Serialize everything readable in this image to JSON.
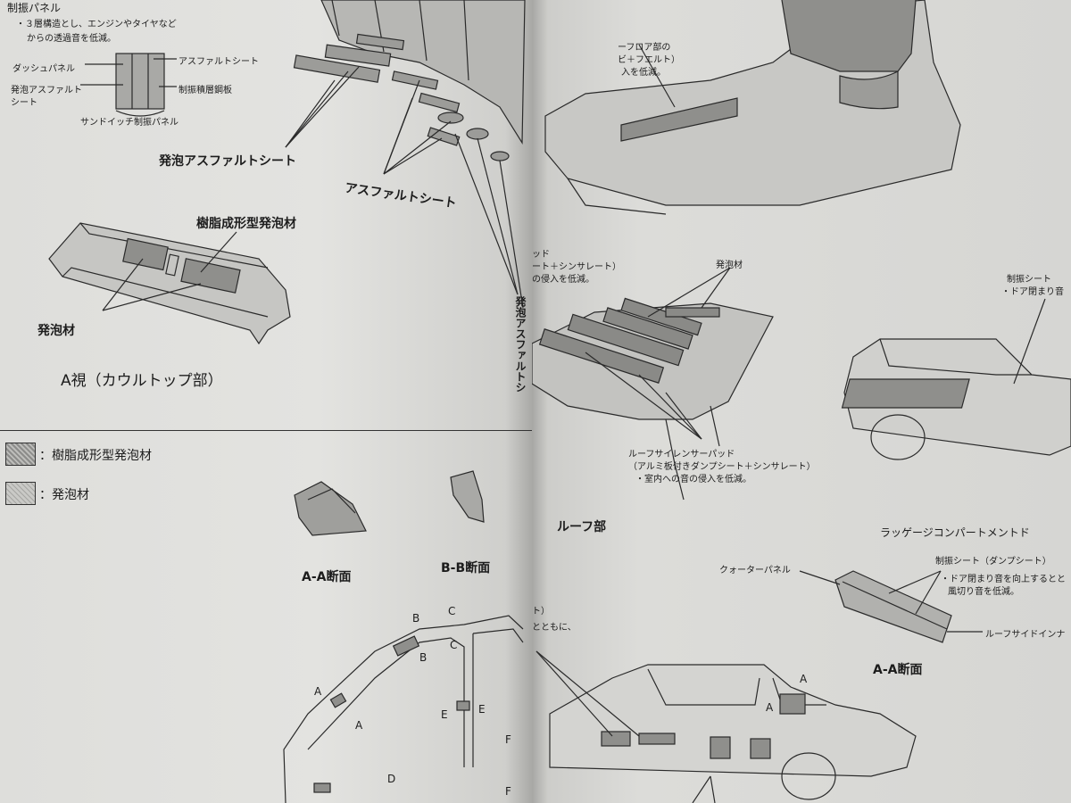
{
  "left": {
    "dash_panel_header": "制振パネル",
    "dash_note_1": "・３層構造とし、エンジンやタイヤなど",
    "dash_note_2": "からの透過音を低減。",
    "label_dash_panel": "ダッシュパネル",
    "label_foamed_asphalt_small_1": "発泡アスファルト",
    "label_foamed_asphalt_small_2": "シート",
    "label_asphalt_sheet_small": "アスファルトシート",
    "label_damping_steel": "制振積層鋼板",
    "label_sandwich_panel": "サンドイッチ制振パネル",
    "label_foamed_asphalt_sheet": "発泡アスファルトシート",
    "label_asphalt_sheet": "アスファルトシート",
    "label_foamed_asphalt_vertical": "発泡アスファルトシ",
    "label_resin_foam": "樹脂成形型発泡材",
    "label_foam": "発泡材",
    "view_a_caption": "A視（カウルトップ部）",
    "legend": [
      {
        "label": "：樹脂成形型発泡材"
      },
      {
        "label": "：発泡材"
      }
    ],
    "section_aa": "A-A断面",
    "section_bb": "B-B断面",
    "markers": [
      "A",
      "A",
      "B",
      "B",
      "C",
      "C",
      "D",
      "E",
      "E",
      "F",
      "F"
    ]
  },
  "right": {
    "floor_label_1": "ーフロア部の",
    "floor_label_2": "ビ＋フエルト）",
    "floor_label_3": "入を低減。",
    "partial_top_1": "ッド",
    "partial_top_2": "ート＋シンサレート）",
    "partial_top_3": "の侵入を低減。",
    "label_foam": "発泡材",
    "roof_pad_1": "ルーフサイレンサーパッド",
    "roof_pad_2": "（アルミ板付きダンプシート＋シンサレート）",
    "roof_pad_3": "・室内への音の侵入を低減。",
    "roof_caption": "ルーフ部",
    "damping_sheet": "制振シート",
    "damping_note": "・ドア閉まり音",
    "luggage_caption": "ラッゲージコンパートメントド",
    "quarter_panel": "クォーターパネル",
    "damp_sheet_2": "制振シート（ダンプシート）",
    "damp_note_2a": "・ドア閉まり音を向上するとと",
    "damp_note_2b": "風切り音を低減。",
    "roof_side_inner": "ルーフサイドインナ",
    "section_aa": "A-A断面",
    "fragment_1": "ト）",
    "fragment_2": "とともに、",
    "markers": [
      "A",
      "A"
    ]
  }
}
